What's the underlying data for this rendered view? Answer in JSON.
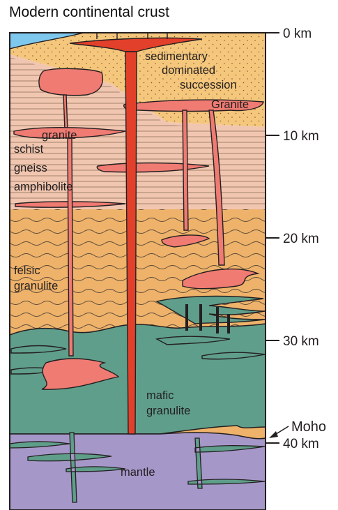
{
  "title": "Modern continental crust",
  "depth_scale": {
    "unit": "km",
    "ticks": [
      {
        "label": "0 km",
        "depth": 0
      },
      {
        "label": "10 km",
        "depth": 10
      },
      {
        "label": "20 km",
        "depth": 20
      },
      {
        "label": "30 km",
        "depth": 30
      },
      {
        "label": "40 km",
        "depth": 40
      }
    ]
  },
  "boundary_label": "Moho",
  "layer_labels": {
    "sedimentary": [
      "sedimentary",
      "dominated",
      "succession"
    ],
    "granite_upper": "Granite",
    "granite_lower": "granite",
    "schist": "schist",
    "gneiss": "gneiss",
    "amphibolite": "amphibolite",
    "felsic_granulite": [
      "felsic",
      "granulite"
    ],
    "mafic_granulite": [
      "mafic",
      "granulite"
    ],
    "mantle": "mantle"
  },
  "colors": {
    "sea": "#7ec8ee",
    "sedimentary": "#f5c77d",
    "metamorphic": "#f1c6b0",
    "felsic_granulite": "#eeb26a",
    "mafic_granulite": "#5f9e8a",
    "mantle": "#a697c9",
    "granite": "#ef7b72",
    "feeder_dyke": "#e2402a",
    "outline": "#231f20"
  }
}
